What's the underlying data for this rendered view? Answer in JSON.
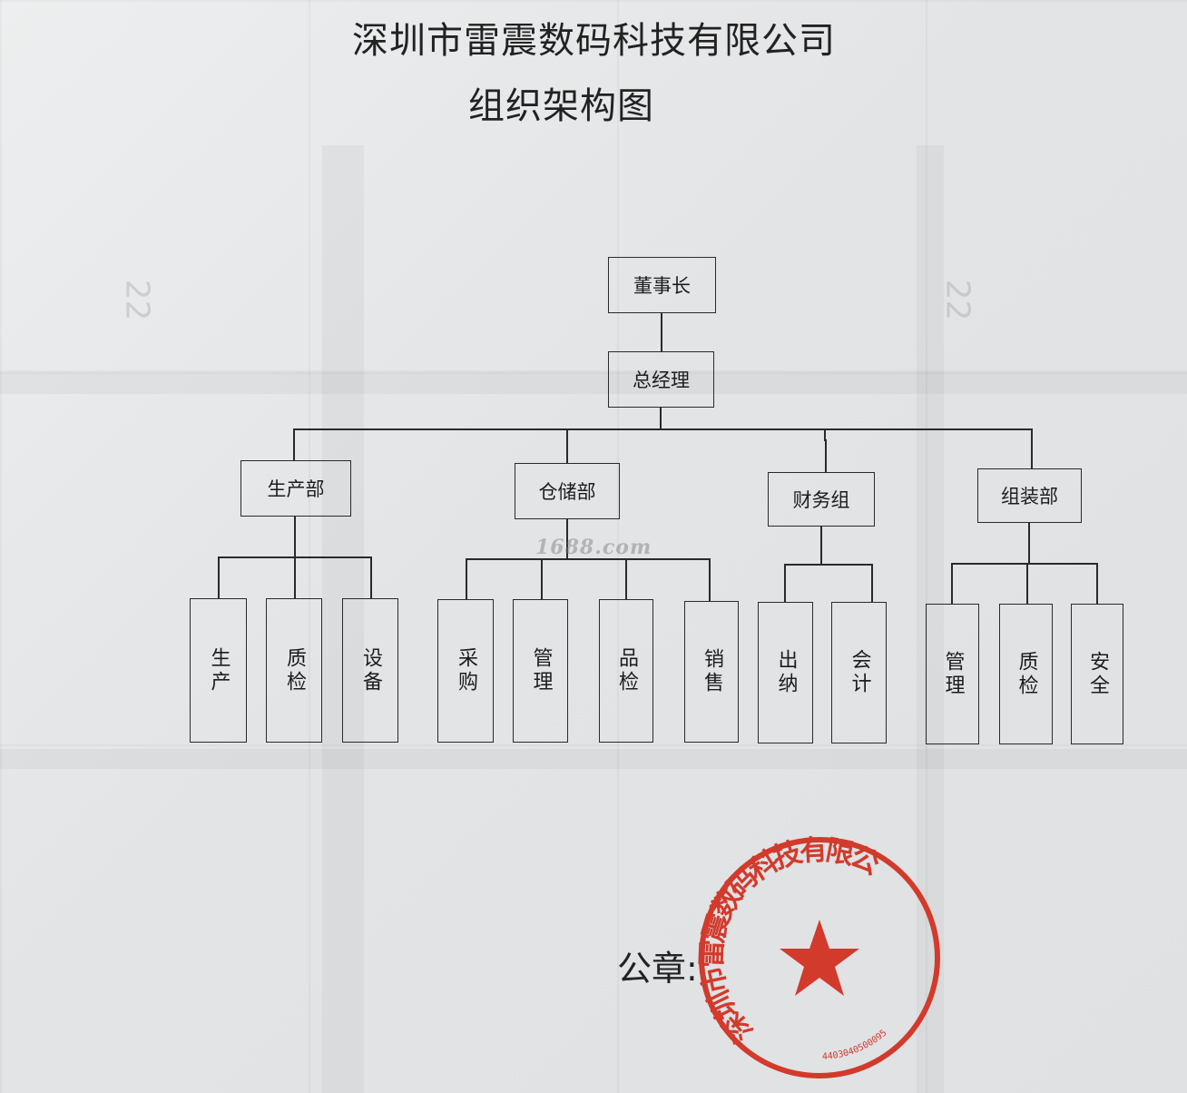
{
  "title": "深圳市雷震数码科技有限公司",
  "subtitle": "组织架构图",
  "watermark": "1688.com",
  "seal_label": "公章:",
  "seal_text": "深圳市雷震数码科技有限公司",
  "seal_code": "4403040500095",
  "seal_color": "#d23a2c",
  "nodes": {
    "chairman": "董事长",
    "general_manager": "总经理",
    "departments": [
      {
        "name": "生产部",
        "units": [
          "生产",
          "质检",
          "设备"
        ]
      },
      {
        "name": "仓储部",
        "units": [
          "采购",
          "管理",
          "品检",
          "销售"
        ]
      },
      {
        "name": "财务组",
        "units": [
          "出纳",
          "会计"
        ]
      },
      {
        "name": "组装部",
        "units": [
          "管理",
          "质检",
          "安全"
        ]
      }
    ]
  }
}
